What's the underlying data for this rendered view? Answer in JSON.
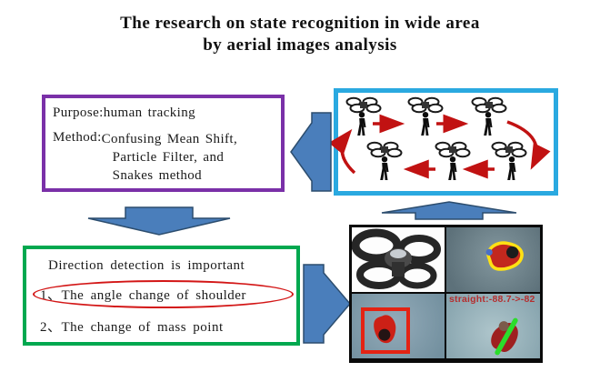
{
  "title": {
    "line1": "The research on state recognition in wide area",
    "line2": "by aerial images analysis"
  },
  "purpose_box": {
    "purpose": "Purpose:human tracking",
    "method_label": "Method:",
    "method_lines": [
      "Confusing Mean Shift,",
      "Particle Filter, and",
      "Snakes method"
    ]
  },
  "direction_box": {
    "heading": "Direction detection is important",
    "items": [
      "1、The angle change of shoulder",
      "2、The change of mass point"
    ]
  },
  "result_collage": {
    "overlay_text": "straight:-88.7->-82"
  },
  "icons": {
    "drone": "quadcopter-drone-icon",
    "person": "walking-person-icon",
    "loop_arrows": "red-cycle-arrow",
    "block_arrows": [
      "left-block-arrow",
      "down-block-arrow",
      "up-block-arrow",
      "right-block-arrow"
    ]
  },
  "colors": {
    "purple_border": "#7A30A8",
    "cyan_border": "#2AA9E0",
    "green_border": "#00A84F",
    "red_accent": "#C11212",
    "red_ellipse": "#D31616",
    "arrow_blue_fill": "#4A7EBB",
    "arrow_blue_stroke": "#2C4D6E",
    "yellow_contour": "#FFE114",
    "green_line": "#2BDD2B",
    "bounding_box_red": "#E42313",
    "overlay_text_red": "#B52F2F"
  }
}
